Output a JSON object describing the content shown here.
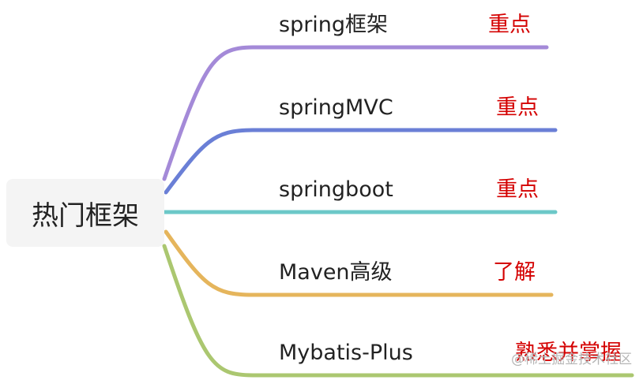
{
  "root": {
    "label": "热门框架"
  },
  "branches": [
    {
      "label": "spring框架",
      "note": "重点",
      "color": "#a48ad8"
    },
    {
      "label": "springMVC",
      "note": "重点",
      "color": "#6a7fd6"
    },
    {
      "label": "springboot",
      "note": "重点",
      "color": "#6cc8c8"
    },
    {
      "label": "Maven高级",
      "note": "了解",
      "color": "#e5b55c"
    },
    {
      "label": "Mybatis-Plus",
      "note": "熟悉并掌握",
      "color": "#abc770"
    }
  ],
  "watermark": "@稀土掘金技术社区"
}
